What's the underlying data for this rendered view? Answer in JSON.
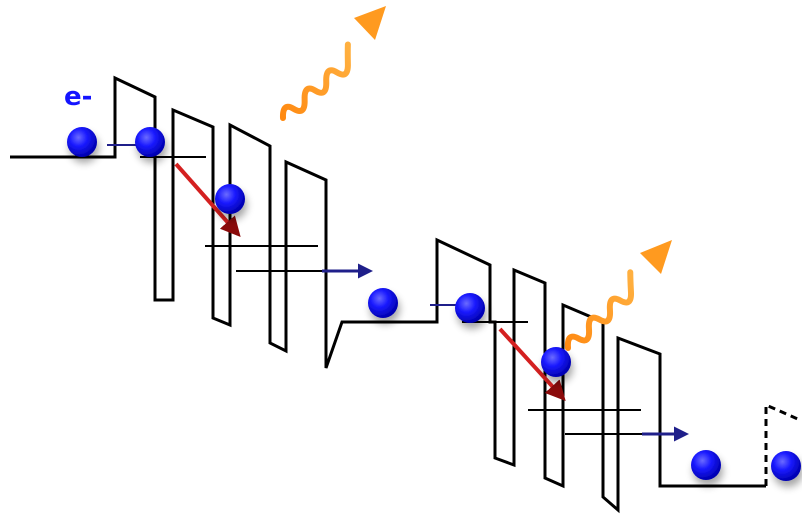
{
  "diagram": {
    "electron_label": "e-",
    "colors": {
      "band_edge": "#000000",
      "electron": "#1414ff",
      "tunnel_arrow": "#1f1f8a",
      "relaxation_arrow": "#d42020",
      "photon": "#ff9a1f",
      "background": "#ffffff"
    },
    "icons": {
      "electron": "blue-sphere",
      "photon": "wavy-arrow",
      "tunneling": "straight-arrow",
      "relaxation": "straight-arrow"
    },
    "stages": 2
  }
}
